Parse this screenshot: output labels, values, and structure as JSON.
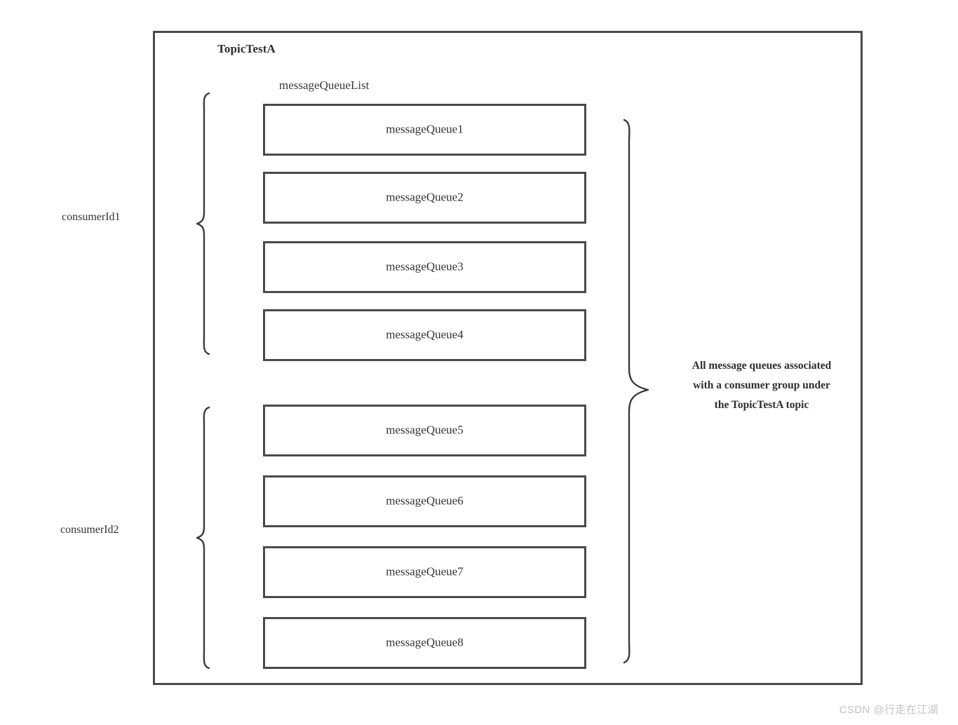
{
  "diagram": {
    "topic_title": "TopicTestA",
    "queue_list_label": "messageQueueList",
    "frame_color": "#4a4a4a",
    "text_color": "#333333"
  },
  "consumer_groups": [
    {
      "label": "consumerId1",
      "queues": [
        "messageQueue1",
        "messageQueue2",
        "messageQueue3",
        "messageQueue4"
      ]
    },
    {
      "label": "consumerId2",
      "queues": [
        "messageQueue5",
        "messageQueue6",
        "messageQueue7",
        "messageQueue8"
      ]
    }
  ],
  "queues": [
    {
      "label": "messageQueue1"
    },
    {
      "label": "messageQueue2"
    },
    {
      "label": "messageQueue3"
    },
    {
      "label": "messageQueue4"
    },
    {
      "label": "messageQueue5"
    },
    {
      "label": "messageQueue6"
    },
    {
      "label": "messageQueue7"
    },
    {
      "label": "messageQueue8"
    }
  ],
  "annotation": {
    "line1": "All message queues associated",
    "line2": "with a consumer group under",
    "line3": "the TopicTestA topic"
  },
  "watermark": {
    "text": "CSDN @行走在江湖",
    "color": "#c2c2c2"
  }
}
